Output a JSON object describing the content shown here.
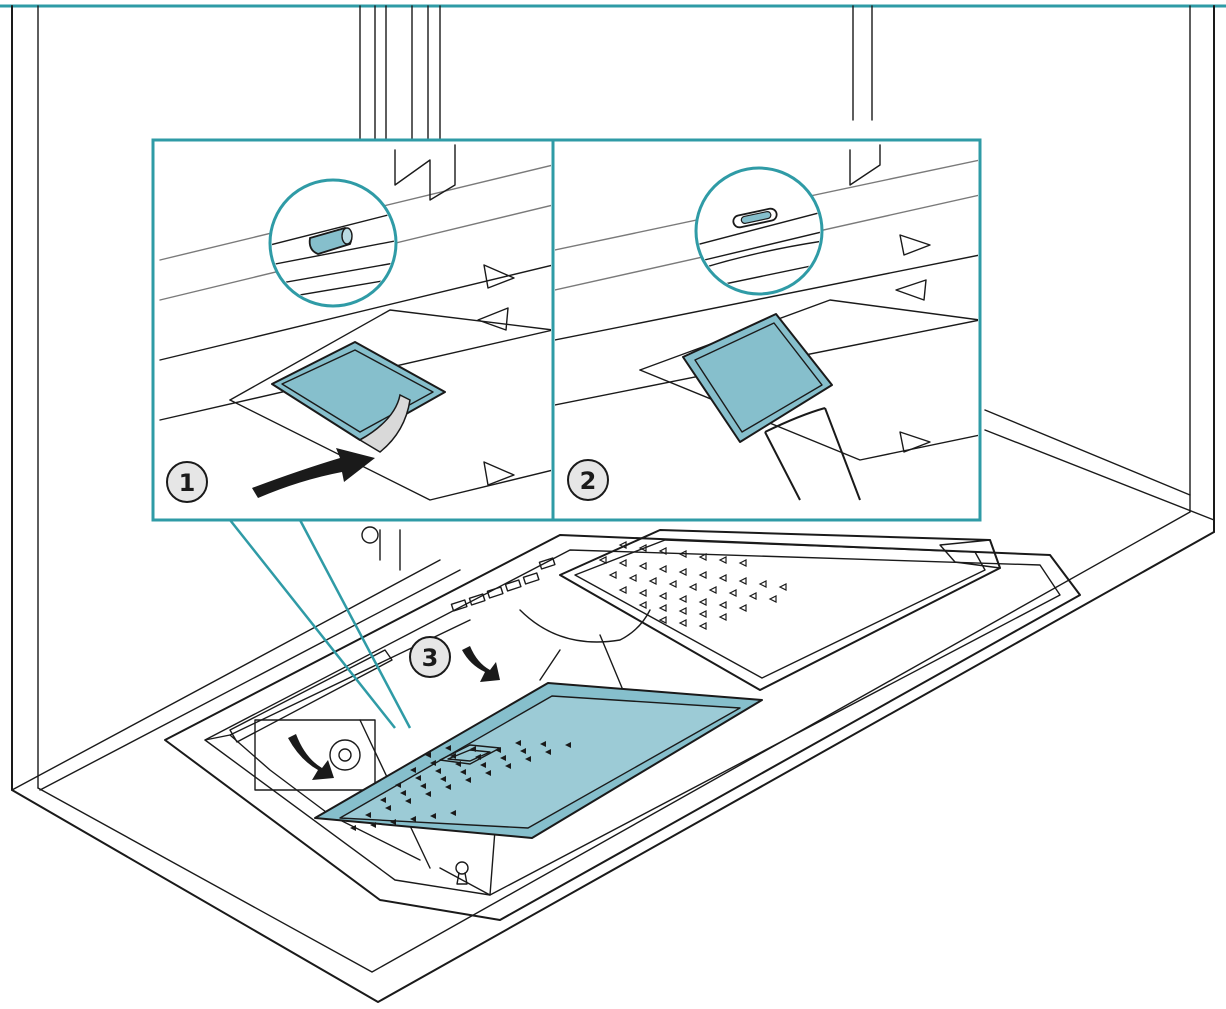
{
  "steps": [
    {
      "number": "1"
    },
    {
      "number": "2"
    },
    {
      "number": "3"
    }
  ],
  "colors": {
    "accent": "#2f9ba6",
    "fill": "#86bfcc",
    "fill_light": "#b9dbe3",
    "line": "#1a1a1a",
    "badge": "#e6e6e6"
  },
  "icons": {
    "step_badge": "numbered-circle",
    "arrow": "curved-arrow",
    "filter_panel": "grease-filter",
    "adhesive_pad": "magnetic-pad"
  }
}
